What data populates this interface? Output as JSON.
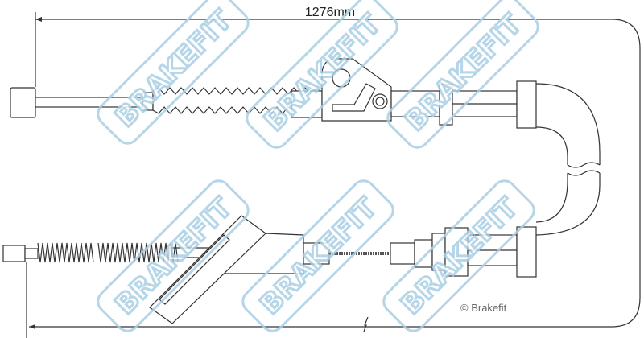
{
  "diagram": {
    "title": "Handbrake cable",
    "dimension_label": "1276mm",
    "copyright": "© Brakefit",
    "watermark": "BRAKEFIT",
    "colors": {
      "line": "#333333",
      "watermark": "#a9cfe4"
    }
  }
}
